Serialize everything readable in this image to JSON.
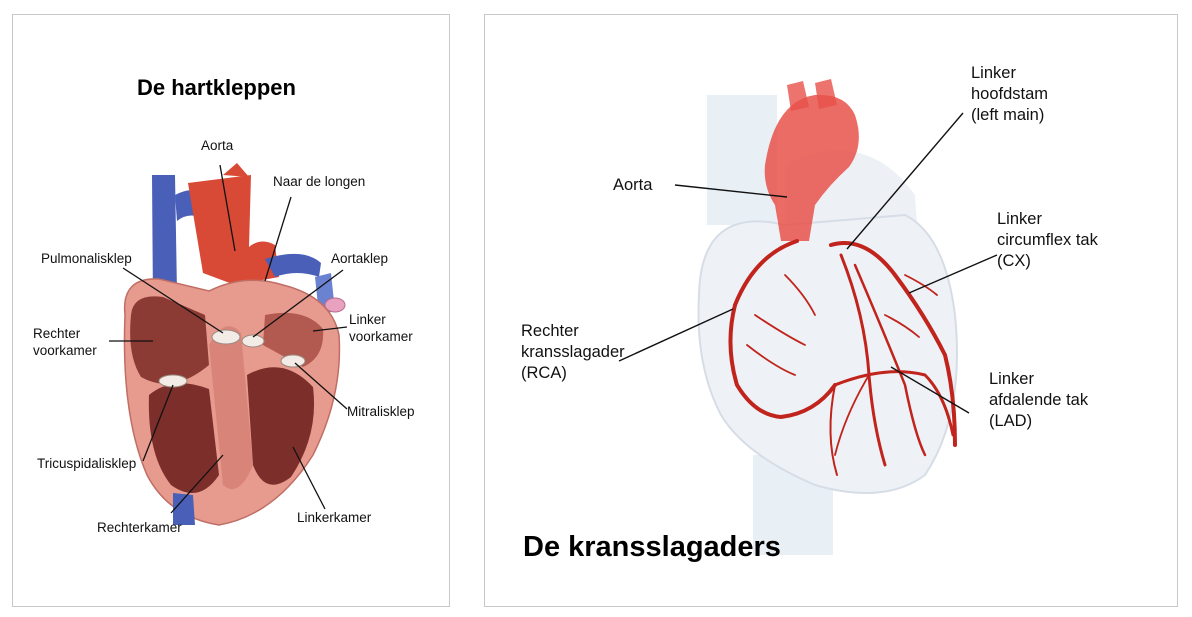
{
  "valves_panel": {
    "title": "De hartkleppen",
    "labels": {
      "aorta": "Aorta",
      "naar_de_longen": "Naar de longen",
      "pulmonalisklep": "Pulmonalisklep",
      "aortaklep": "Aortaklep",
      "rechter_voorkamer": "Rechter\nvoorkamer",
      "linker_voorkamer": "Linker\nvoorkamer",
      "mitralisklep": "Mitralisklep",
      "tricuspidalisklep": "Tricuspidalisklep",
      "rechterkamer": "Rechterkamer",
      "linkerkamer": "Linkerkamer"
    }
  },
  "arteries_panel": {
    "title": "De kransslagaders",
    "labels": {
      "aorta": "Aorta",
      "linker_hoofdstam": "Linker\nhoofdstam\n(left main)",
      "linker_circumflex": "Linker\ncircumflex tak\n(CX)",
      "rechter_kransslagader": "Rechter\nkransslagader\n(RCA)",
      "linker_afdalende": "Linker\nafdalende tak\n(LAD)"
    }
  },
  "colors": {
    "vein_blue": "#4a5fb8",
    "aorta_red": "#d94a36",
    "muscle_pink": "#e79a8e",
    "chamber_dark": "#8c3a34",
    "artery_red": "#c0241c",
    "ghost_heart": "#e6edf4"
  }
}
